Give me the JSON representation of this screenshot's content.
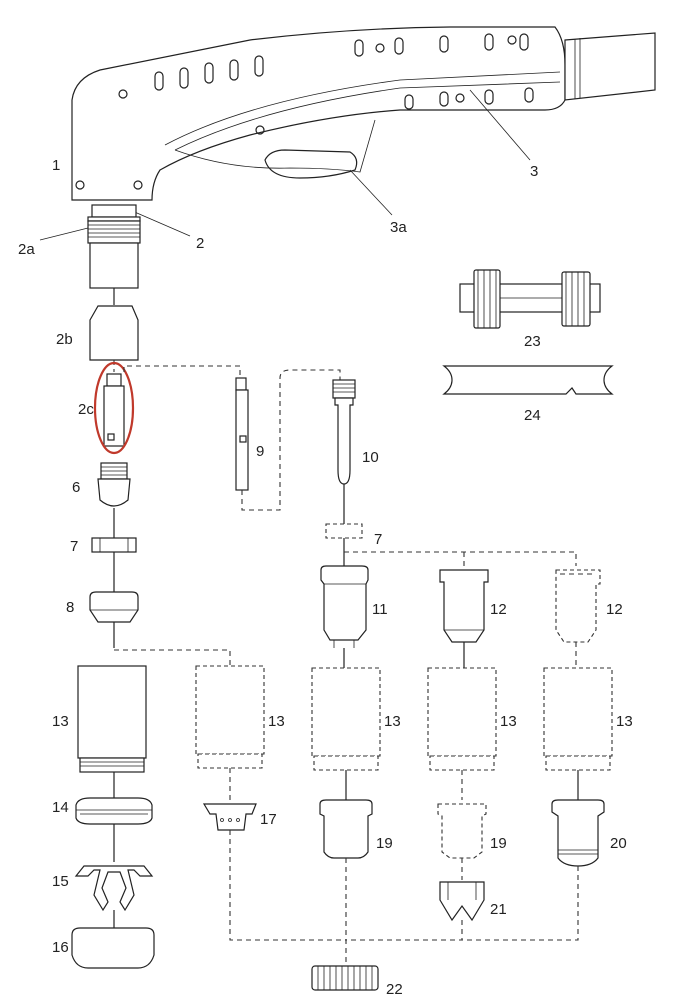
{
  "labels": {
    "l1": "1",
    "l2": "2",
    "l2a": "2a",
    "l2b": "2b",
    "l2c": "2c",
    "l3": "3",
    "l3a": "3a",
    "l6": "6",
    "l7a": "7",
    "l7b": "7",
    "l8": "8",
    "l9": "9",
    "l10": "10",
    "l11": "11",
    "l12a": "12",
    "l12b": "12",
    "l13a": "13",
    "l13b": "13",
    "l13c": "13",
    "l13d": "13",
    "l13e": "13",
    "l14": "14",
    "l15": "15",
    "l16": "16",
    "l17": "17",
    "l19a": "19",
    "l19b": "19",
    "l20": "20",
    "l21": "21",
    "l22": "22",
    "l23": "23",
    "l24": "24"
  },
  "colors": {
    "line": "#222222",
    "highlight": "#c0392b",
    "background": "#ffffff"
  }
}
